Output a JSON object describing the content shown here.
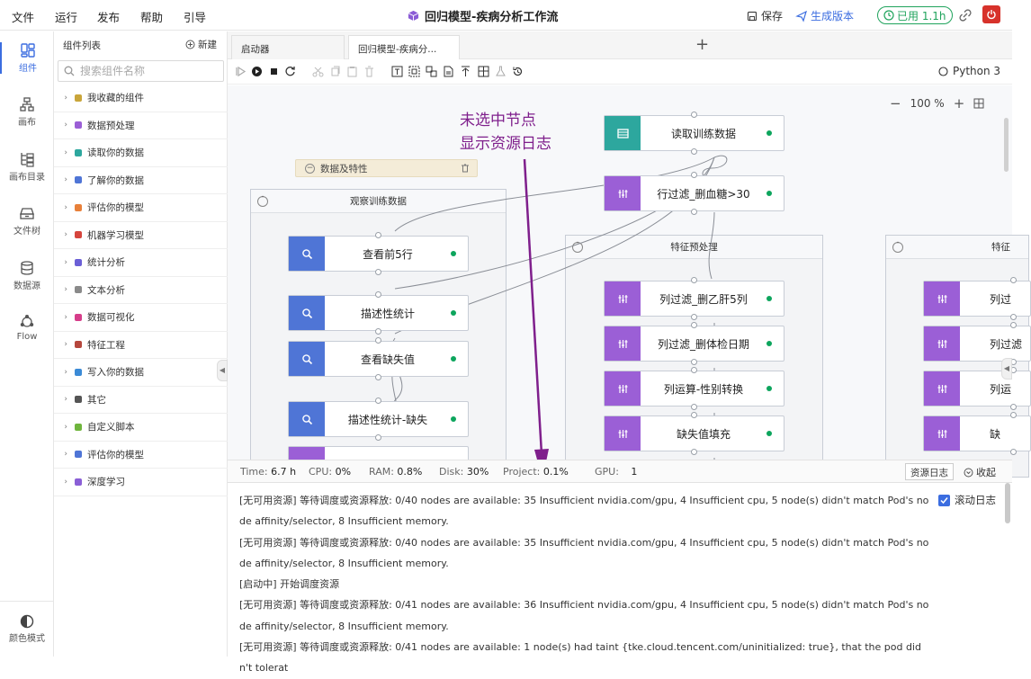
{
  "topbar": {
    "menus": [
      "文件",
      "运行",
      "发布",
      "帮助",
      "引导"
    ],
    "title": "回归模型-疾病分析工作流",
    "save_label": "保存",
    "generate_label": "生成版本",
    "usage_label": "已用 1.1h"
  },
  "rail": [
    {
      "label": "组件",
      "icon": "components-icon"
    },
    {
      "label": "画布",
      "icon": "canvas-icon"
    },
    {
      "label": "画布目录",
      "icon": "canvas-tree-icon"
    },
    {
      "label": "文件树",
      "icon": "file-tree-icon"
    },
    {
      "label": "数据源",
      "icon": "database-icon"
    },
    {
      "label": "Flow",
      "icon": "flow-icon"
    },
    {
      "label": "颜色模式",
      "icon": "color-mode-icon"
    }
  ],
  "panel": {
    "title": "组件列表",
    "new_label": "新建",
    "search_placeholder": "搜索组件名称",
    "items": [
      {
        "label": "我收藏的组件",
        "color": "#c9a53a"
      },
      {
        "label": "数据预处理",
        "color": "#9b5fd6"
      },
      {
        "label": "读取你的数据",
        "color": "#2da79e"
      },
      {
        "label": "了解你的数据",
        "color": "#4f75d6"
      },
      {
        "label": "评估你的模型",
        "color": "#e8803a"
      },
      {
        "label": "机器学习模型",
        "color": "#d6453d"
      },
      {
        "label": "统计分析",
        "color": "#6b5fd6"
      },
      {
        "label": "文本分析",
        "color": "#8a8a8a"
      },
      {
        "label": "数据可视化",
        "color": "#d63d8a"
      },
      {
        "label": "特征工程",
        "color": "#b5473d"
      },
      {
        "label": "写入你的数据",
        "color": "#3b8ad6"
      },
      {
        "label": "其它",
        "color": "#555555"
      },
      {
        "label": "自定义脚本",
        "color": "#6fb53d"
      },
      {
        "label": "评估你的模型",
        "color": "#4f75d6"
      },
      {
        "label": "深度学习",
        "color": "#8a5fd6"
      }
    ]
  },
  "tabs": [
    {
      "label": "启动器"
    },
    {
      "label": "回归模型-疾病分..."
    }
  ],
  "toolbar": {
    "kernel": "Python 3"
  },
  "canvas": {
    "zoom": "100 %",
    "annotation_line1": "未选中节点",
    "annotation_line2": "显示资源日志",
    "pending_group": "数据及特性",
    "groups": [
      {
        "title": "观察训练数据"
      },
      {
        "title": "特征预处理"
      },
      {
        "title": "特征"
      }
    ],
    "nodes": [
      {
        "label": "读取训练数据",
        "color": "teal"
      },
      {
        "label": "行过滤_删血糖>30",
        "color": "purple"
      },
      {
        "label": "查看前5行",
        "color": "blue"
      },
      {
        "label": "描述性统计",
        "color": "blue"
      },
      {
        "label": "查看缺失值",
        "color": "blue"
      },
      {
        "label": "描述性统计-缺失",
        "color": "blue"
      },
      {
        "label": "列过滤_删乙肝5列",
        "color": "purple"
      },
      {
        "label": "列过滤_删体检日期",
        "color": "purple"
      },
      {
        "label": "列运算-性别转换",
        "color": "purple"
      },
      {
        "label": "缺失值填充",
        "color": "purple"
      },
      {
        "label": "列过",
        "color": "purple"
      },
      {
        "label": "列过滤",
        "color": "purple"
      },
      {
        "label": "列运",
        "color": "purple"
      },
      {
        "label": "缺",
        "color": "purple"
      }
    ]
  },
  "status": {
    "time_label": "Time:",
    "time": "6.7 h",
    "cpu_label": "CPU:",
    "cpu": "0%",
    "ram_label": "RAM:",
    "ram": "0.8%",
    "disk_label": "Disk:",
    "disk": "30%",
    "project_label": "Project:",
    "project": "0.1%",
    "gpu_label": "GPU:",
    "gpu": "1",
    "res_log_label": "资源日志",
    "collapse_label": "收起"
  },
  "log": {
    "scroll_label": "滚动日志",
    "lines": [
      "[无可用资源] 等待调度或资源释放: 0/40 nodes are available: 35 Insufficient nvidia.com/gpu, 4 Insufficient cpu, 5 node(s) didn't match Pod's node affinity/selector, 8 Insufficient memory.",
      "[无可用资源] 等待调度或资源释放: 0/40 nodes are available: 35 Insufficient nvidia.com/gpu, 4 Insufficient cpu, 5 node(s) didn't match Pod's node affinity/selector, 8 Insufficient memory.",
      "[启动中] 开始调度资源",
      "[无可用资源] 等待调度或资源释放: 0/41 nodes are available: 36 Insufficient nvidia.com/gpu, 4 Insufficient cpu, 5 node(s) didn't match Pod's node affinity/selector, 8 Insufficient memory.",
      "[无可用资源] 等待调度或资源释放: 0/41 nodes are available: 1 node(s) had taint {tke.cloud.tencent.com/uninitialized: true}, that the pod didn't tolerat"
    ]
  },
  "colors": {
    "accent": "#3b6de0",
    "success": "#1fa35c",
    "annotation": "#7f1f8c",
    "danger": "#d7322b"
  }
}
